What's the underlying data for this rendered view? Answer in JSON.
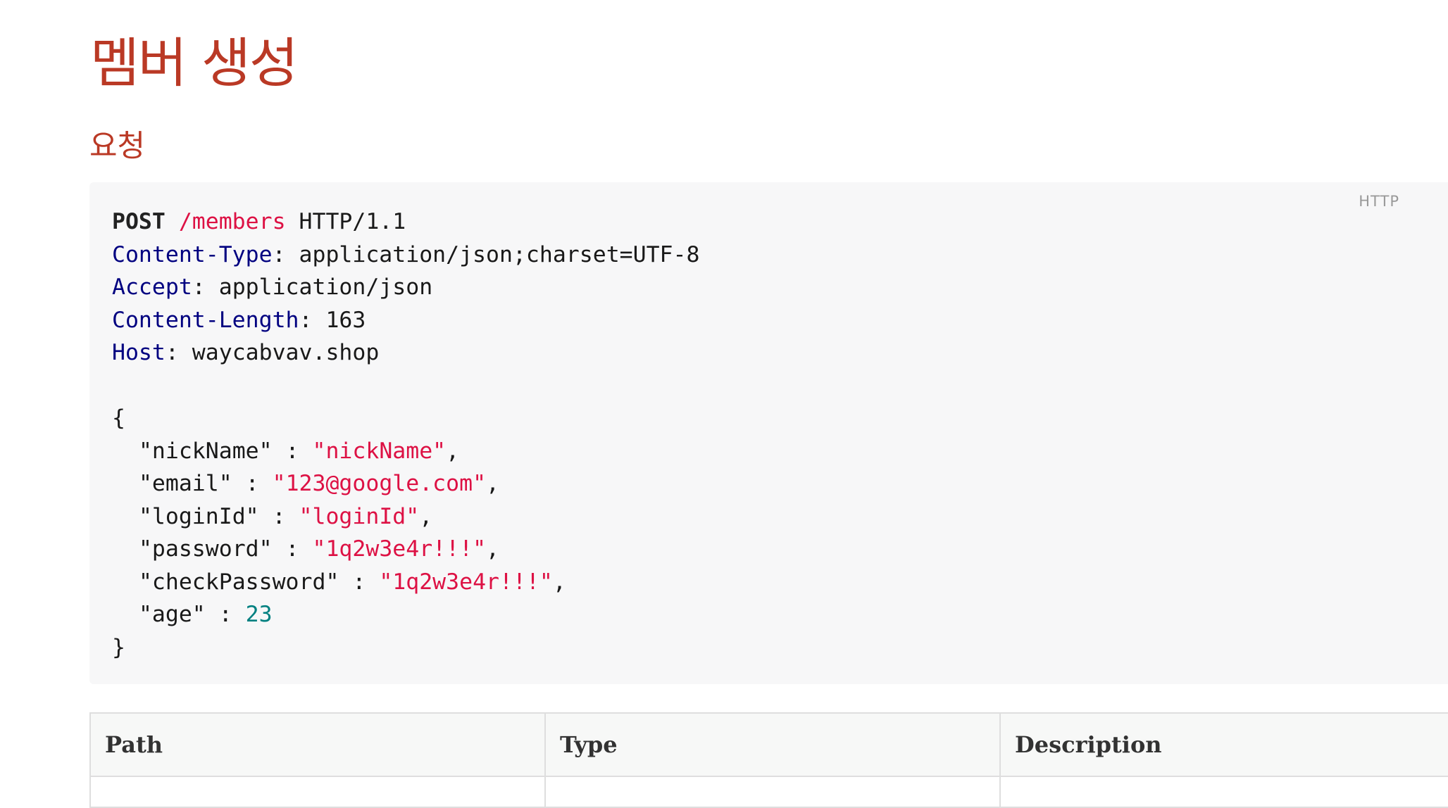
{
  "page": {
    "title": "멤버 생성",
    "section": "요청"
  },
  "code_block": {
    "language_label": "HTTP",
    "request_line": {
      "method": "POST",
      "path": "/members",
      "protocol": "HTTP/1.1"
    },
    "headers": [
      {
        "name": "Content-Type",
        "value": "application/json;charset=UTF-8"
      },
      {
        "name": "Accept",
        "value": "application/json"
      },
      {
        "name": "Content-Length",
        "value": "163"
      },
      {
        "name": "Host",
        "value": "waycabvav.shop"
      }
    ],
    "body_open": "{",
    "body_fields": [
      {
        "key": "\"nickName\"",
        "value": "\"nickName\"",
        "type": "string",
        "sep": ","
      },
      {
        "key": "\"email\"",
        "value": "\"123@google.com\"",
        "type": "string",
        "sep": ","
      },
      {
        "key": "\"loginId\"",
        "value": "\"loginId\"",
        "type": "string",
        "sep": ","
      },
      {
        "key": "\"password\"",
        "value": "\"1q2w3e4r!!!\"",
        "type": "string",
        "sep": ","
      },
      {
        "key": "\"checkPassword\"",
        "value": "\"1q2w3e4r!!!\"",
        "type": "string",
        "sep": ","
      },
      {
        "key": "\"age\"",
        "value": "23",
        "type": "number",
        "sep": ""
      }
    ],
    "body_close": "}"
  },
  "fields_table": {
    "headers": [
      "Path",
      "Type",
      "Description"
    ]
  },
  "colors": {
    "heading": "#ba3925",
    "string": "#dd1144",
    "header_name": "#000080",
    "number": "#008080",
    "code_bg": "#f7f7f8"
  }
}
